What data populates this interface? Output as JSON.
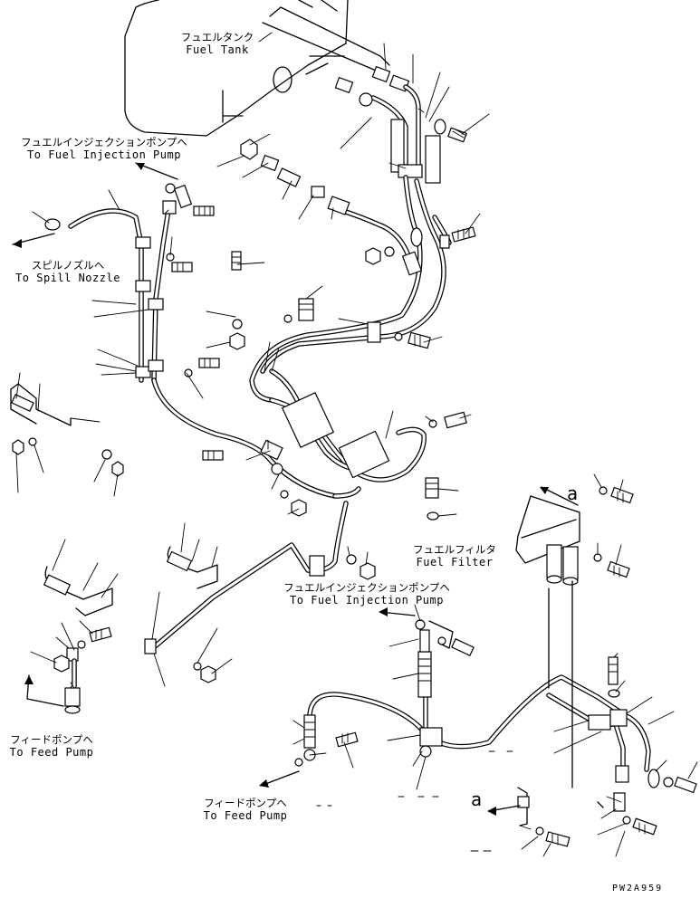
{
  "labels": {
    "fuel_tank": {
      "jp": "フュエルタンク",
      "en": "Fuel Tank"
    },
    "to_injection_pump_top": {
      "jp": "フュエルインジェクションポンプヘ",
      "en": "To Fuel Injection Pump"
    },
    "to_spill_nozzle": {
      "jp": "スピルノズルヘ",
      "en": "To Spill Nozzle"
    },
    "fuel_filter": {
      "jp": "フュエルフィルタ",
      "en": "Fuel Filter"
    },
    "to_injection_pump_mid": {
      "jp": "フュエルインジェクションポンプヘ",
      "en": "To Fuel Injection Pump"
    },
    "to_feed_pump_left": {
      "jp": "フィードポンプヘ",
      "en": "To Feed Pump"
    },
    "to_feed_pump_bottom": {
      "jp": "フィードポンプヘ",
      "en": "To Feed Pump"
    }
  },
  "marker_a1": "a",
  "marker_a2": "a",
  "drawing_code": "PW2A959"
}
